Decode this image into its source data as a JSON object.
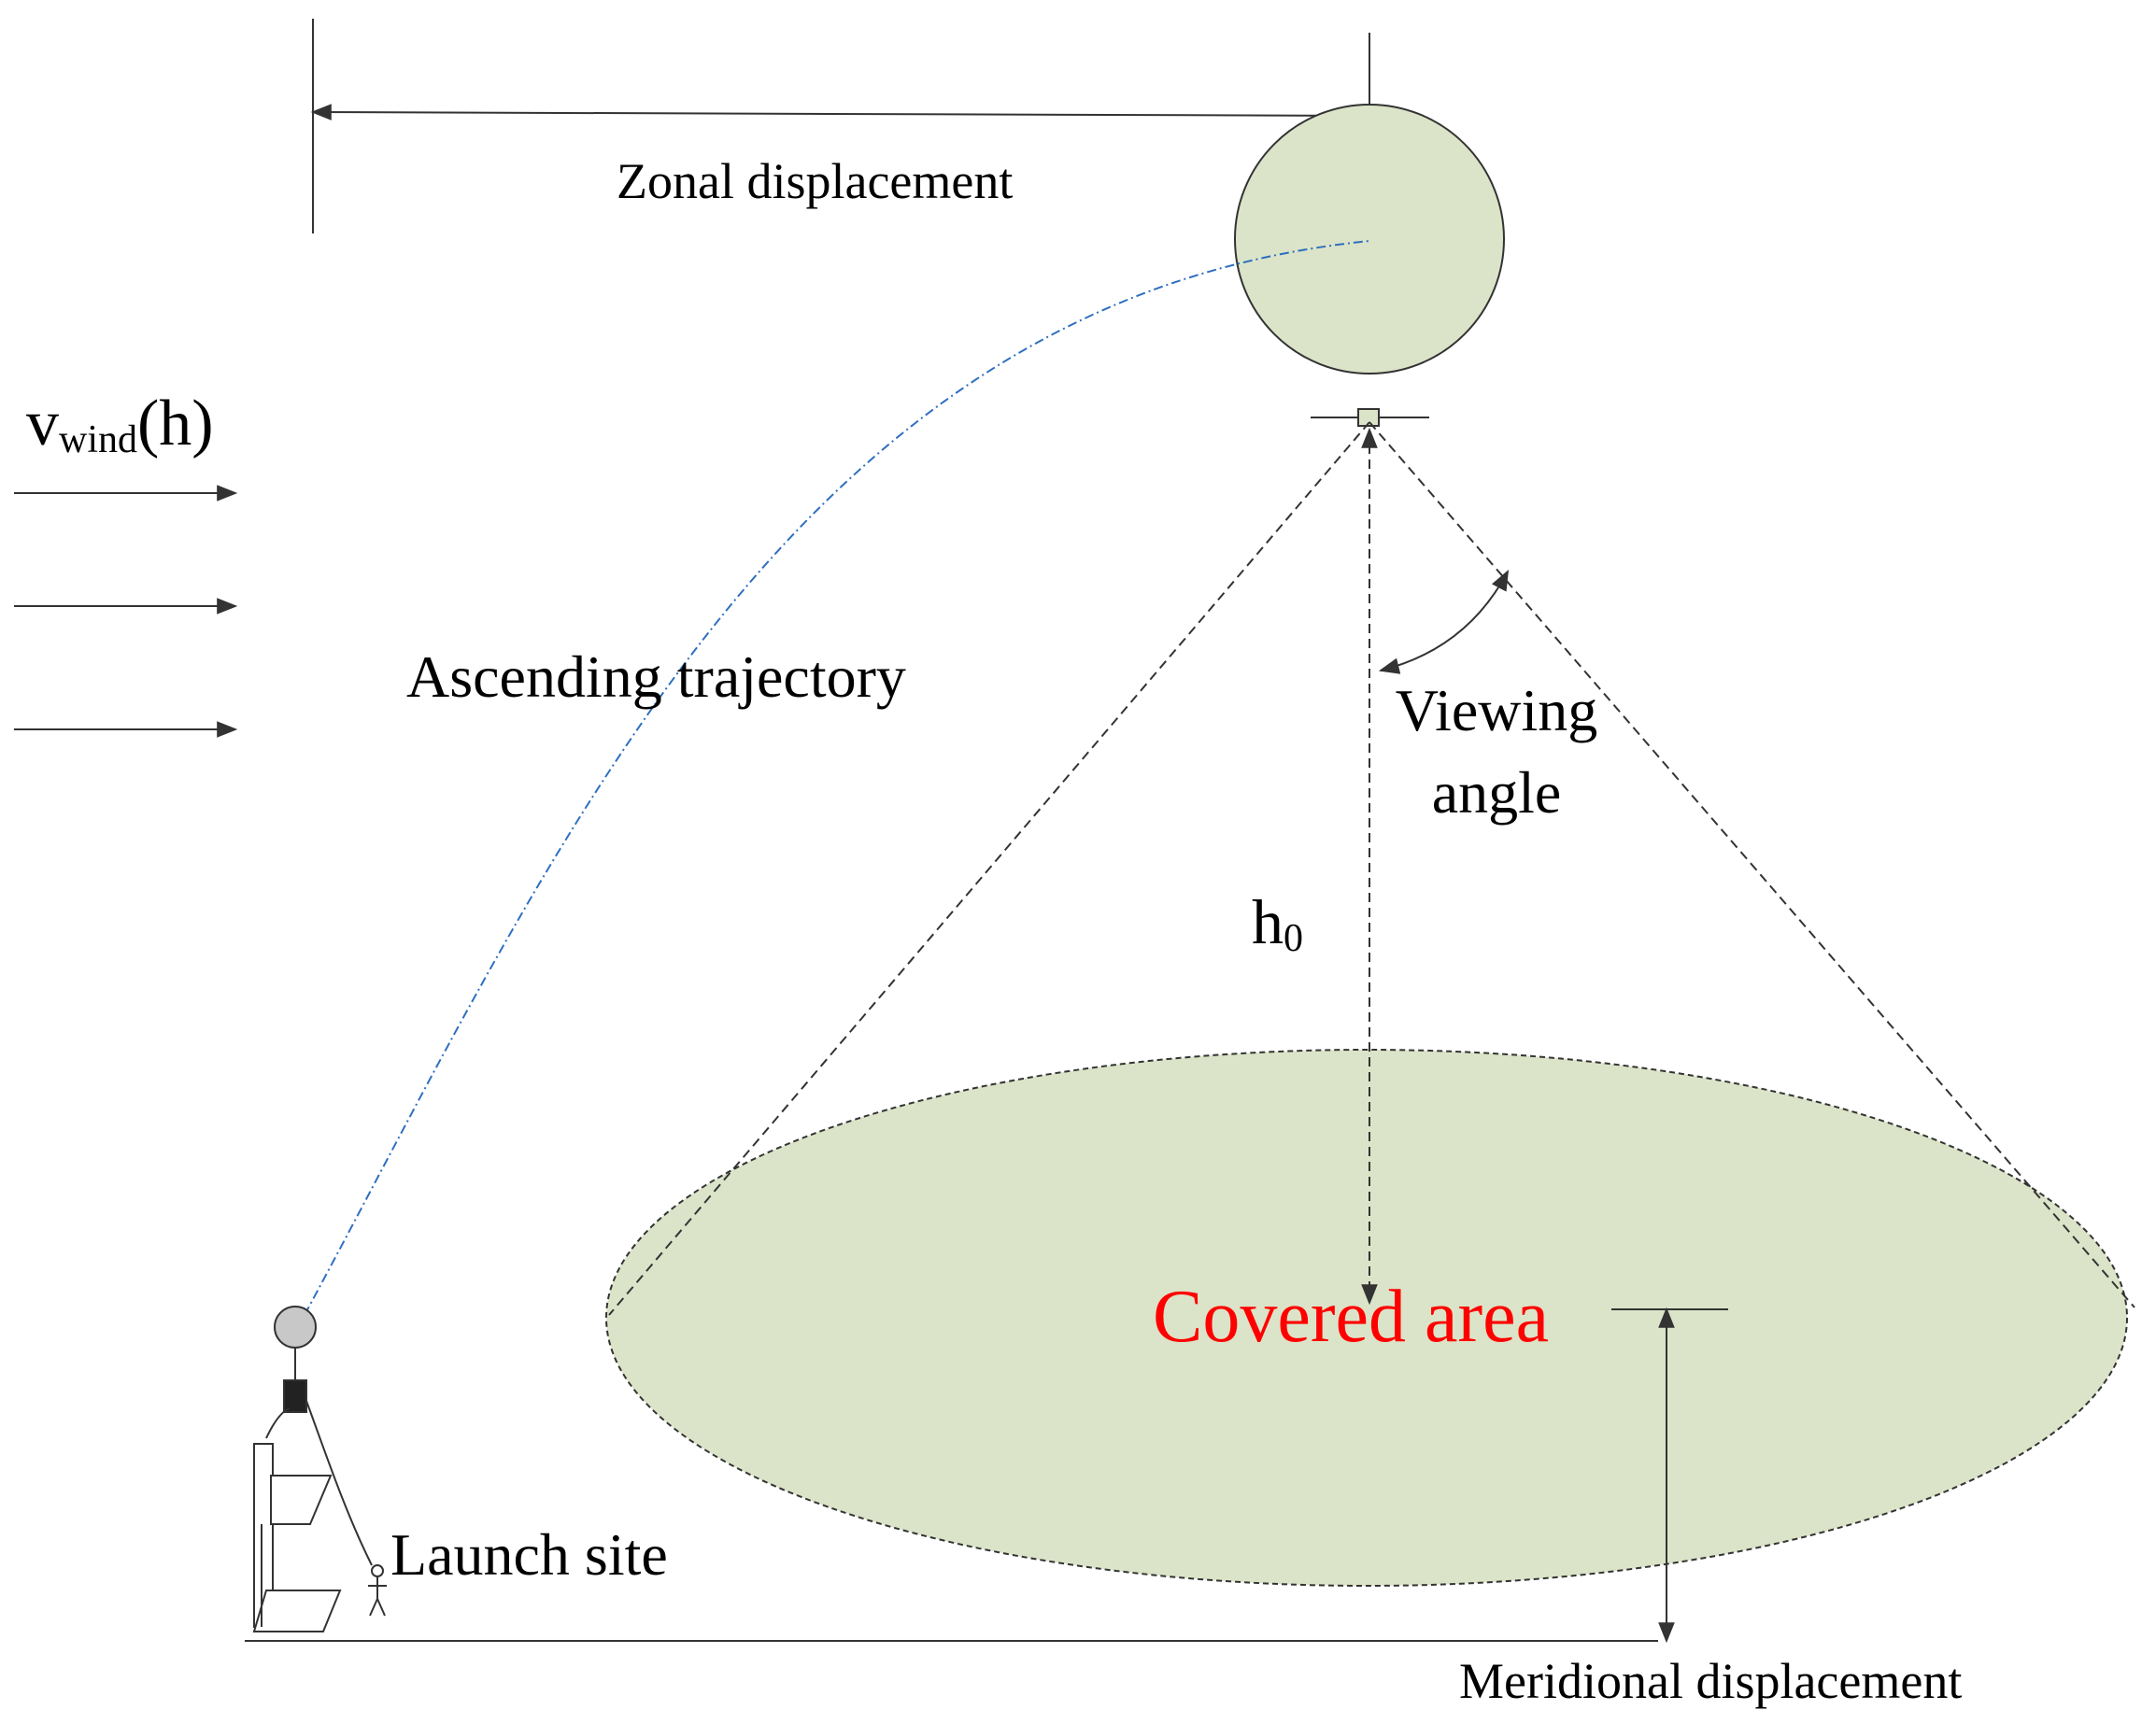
{
  "labels": {
    "zonal": "Zonal displacement",
    "wind_v": "v",
    "wind_sub": "wind",
    "wind_h": "(h)",
    "ascending": "Ascending trajectory",
    "viewing_1": "Viewing",
    "viewing_2": "angle",
    "height_h": "h",
    "height_sub": "0",
    "covered": "Covered area",
    "launch": "Launch site",
    "meridional": "Meridional displacement"
  },
  "colors": {
    "balloon_fill": "#dbe4c8",
    "area_fill": "#dbe4c8",
    "trajectory": "#2f6fc0",
    "covered_text": "#ff0000",
    "line": "#333333"
  }
}
